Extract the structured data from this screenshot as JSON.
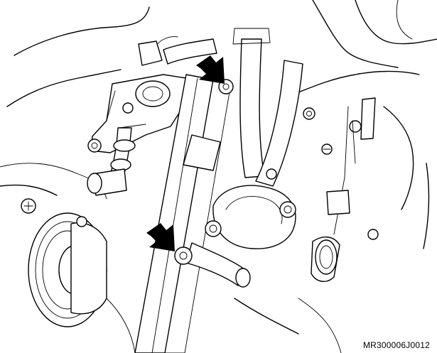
{
  "figure": {
    "reference_code": "MR300006J0012",
    "colors": {
      "background": "#ffffff",
      "line": "#000000"
    },
    "callout_arrows": [
      {
        "name": "upper-bolt-arrow",
        "icon": "arrow-down-right-icon"
      },
      {
        "name": "lower-bolt-arrow",
        "icon": "arrow-down-right-icon"
      }
    ]
  }
}
